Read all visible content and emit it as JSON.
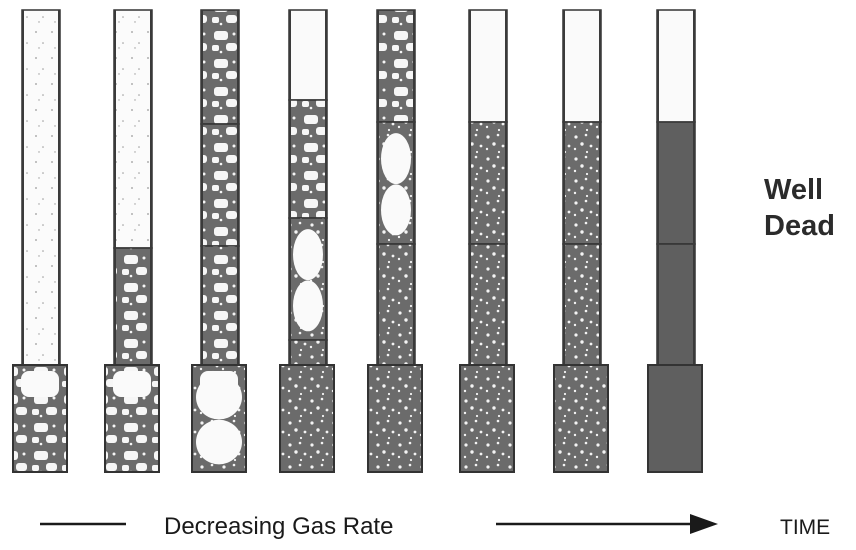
{
  "labels": {
    "side_line1": "Well",
    "side_line2": "Dead",
    "axis_caption": "Decreasing Gas Rate",
    "time_label": "TIME"
  },
  "colors": {
    "liquid": "#6b6b6b",
    "dead_liquid": "#5f5f5f",
    "gas": "#fafafa",
    "outline": "#333333",
    "background": "#ffffff"
  },
  "stages": [
    {
      "id": 1,
      "regime": "mist-annular",
      "segments": [
        "gas-annular"
      ],
      "bottom": "froth"
    },
    {
      "id": 2,
      "regime": "churn",
      "segments": [
        "gas-annular",
        "froth"
      ],
      "bottom": "froth"
    },
    {
      "id": 3,
      "regime": "churn-slug",
      "segments": [
        "froth",
        "froth",
        "froth"
      ],
      "bottom": "bubble-slug"
    },
    {
      "id": 4,
      "regime": "slug",
      "segments": [
        "gas",
        "froth",
        "bubble-slug",
        "liquid-bubbly"
      ],
      "bottom": "bubbly"
    },
    {
      "id": 5,
      "regime": "slug-bubbly",
      "segments": [
        "froth",
        "bubble-slug",
        "bubbly"
      ],
      "bottom": "bubbly"
    },
    {
      "id": 6,
      "regime": "bubbly",
      "segments": [
        "gas",
        "bubbly",
        "bubbly"
      ],
      "bottom": "bubbly"
    },
    {
      "id": 7,
      "regime": "bubbly-loading",
      "segments": [
        "gas",
        "bubbly",
        "bubbly"
      ],
      "bottom": "bubbly"
    },
    {
      "id": 8,
      "regime": "dead",
      "segments": [
        "gas",
        "liquid",
        "liquid"
      ],
      "bottom": "liquid"
    }
  ]
}
